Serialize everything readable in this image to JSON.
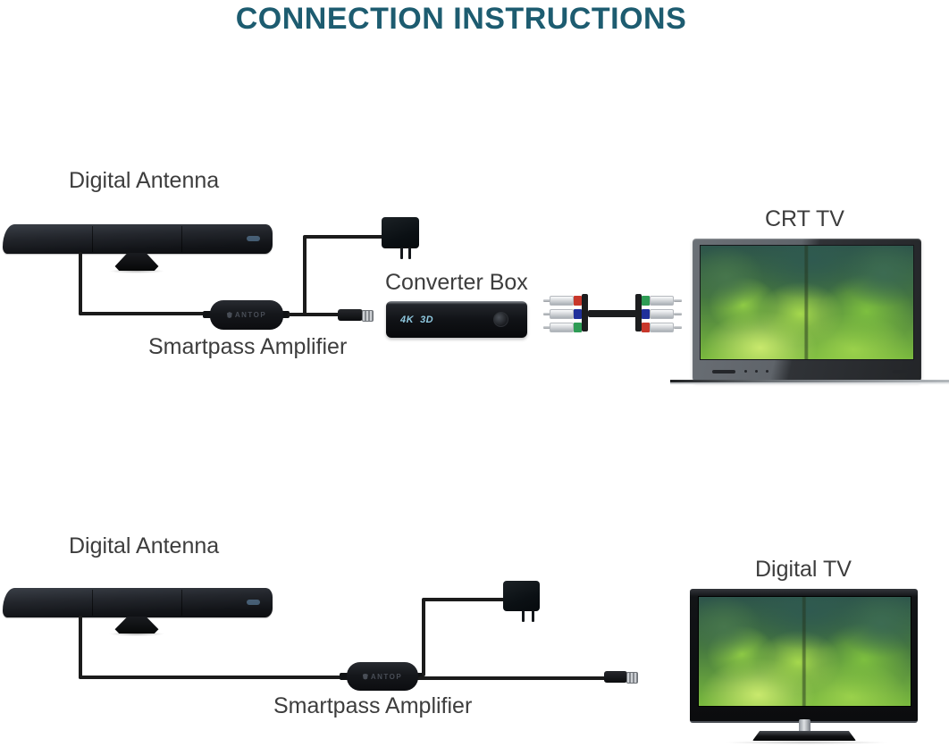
{
  "title": "CONNECTION INSTRUCTIONS",
  "palette": {
    "title_color": "#1d5c70",
    "label_color": "#3d3d3d",
    "cable_color": "#1b1b1b",
    "rca_red": "#c8372b",
    "rca_blue": "#20309b",
    "rca_green": "#2e9c55"
  },
  "top_diagram": {
    "antenna_label": "Digital Antenna",
    "amplifier_label": "Smartpass Amplifier",
    "amplifier_brand": "ANTOP",
    "converter_label": "Converter Box",
    "converter_marking_4k": "4K",
    "converter_marking_3d": "3D",
    "tv_label": "CRT TV"
  },
  "bottom_diagram": {
    "antenna_label": "Digital Antenna",
    "amplifier_label": "Smartpass Amplifier",
    "amplifier_brand": "ANTOP",
    "tv_label": "Digital TV"
  }
}
